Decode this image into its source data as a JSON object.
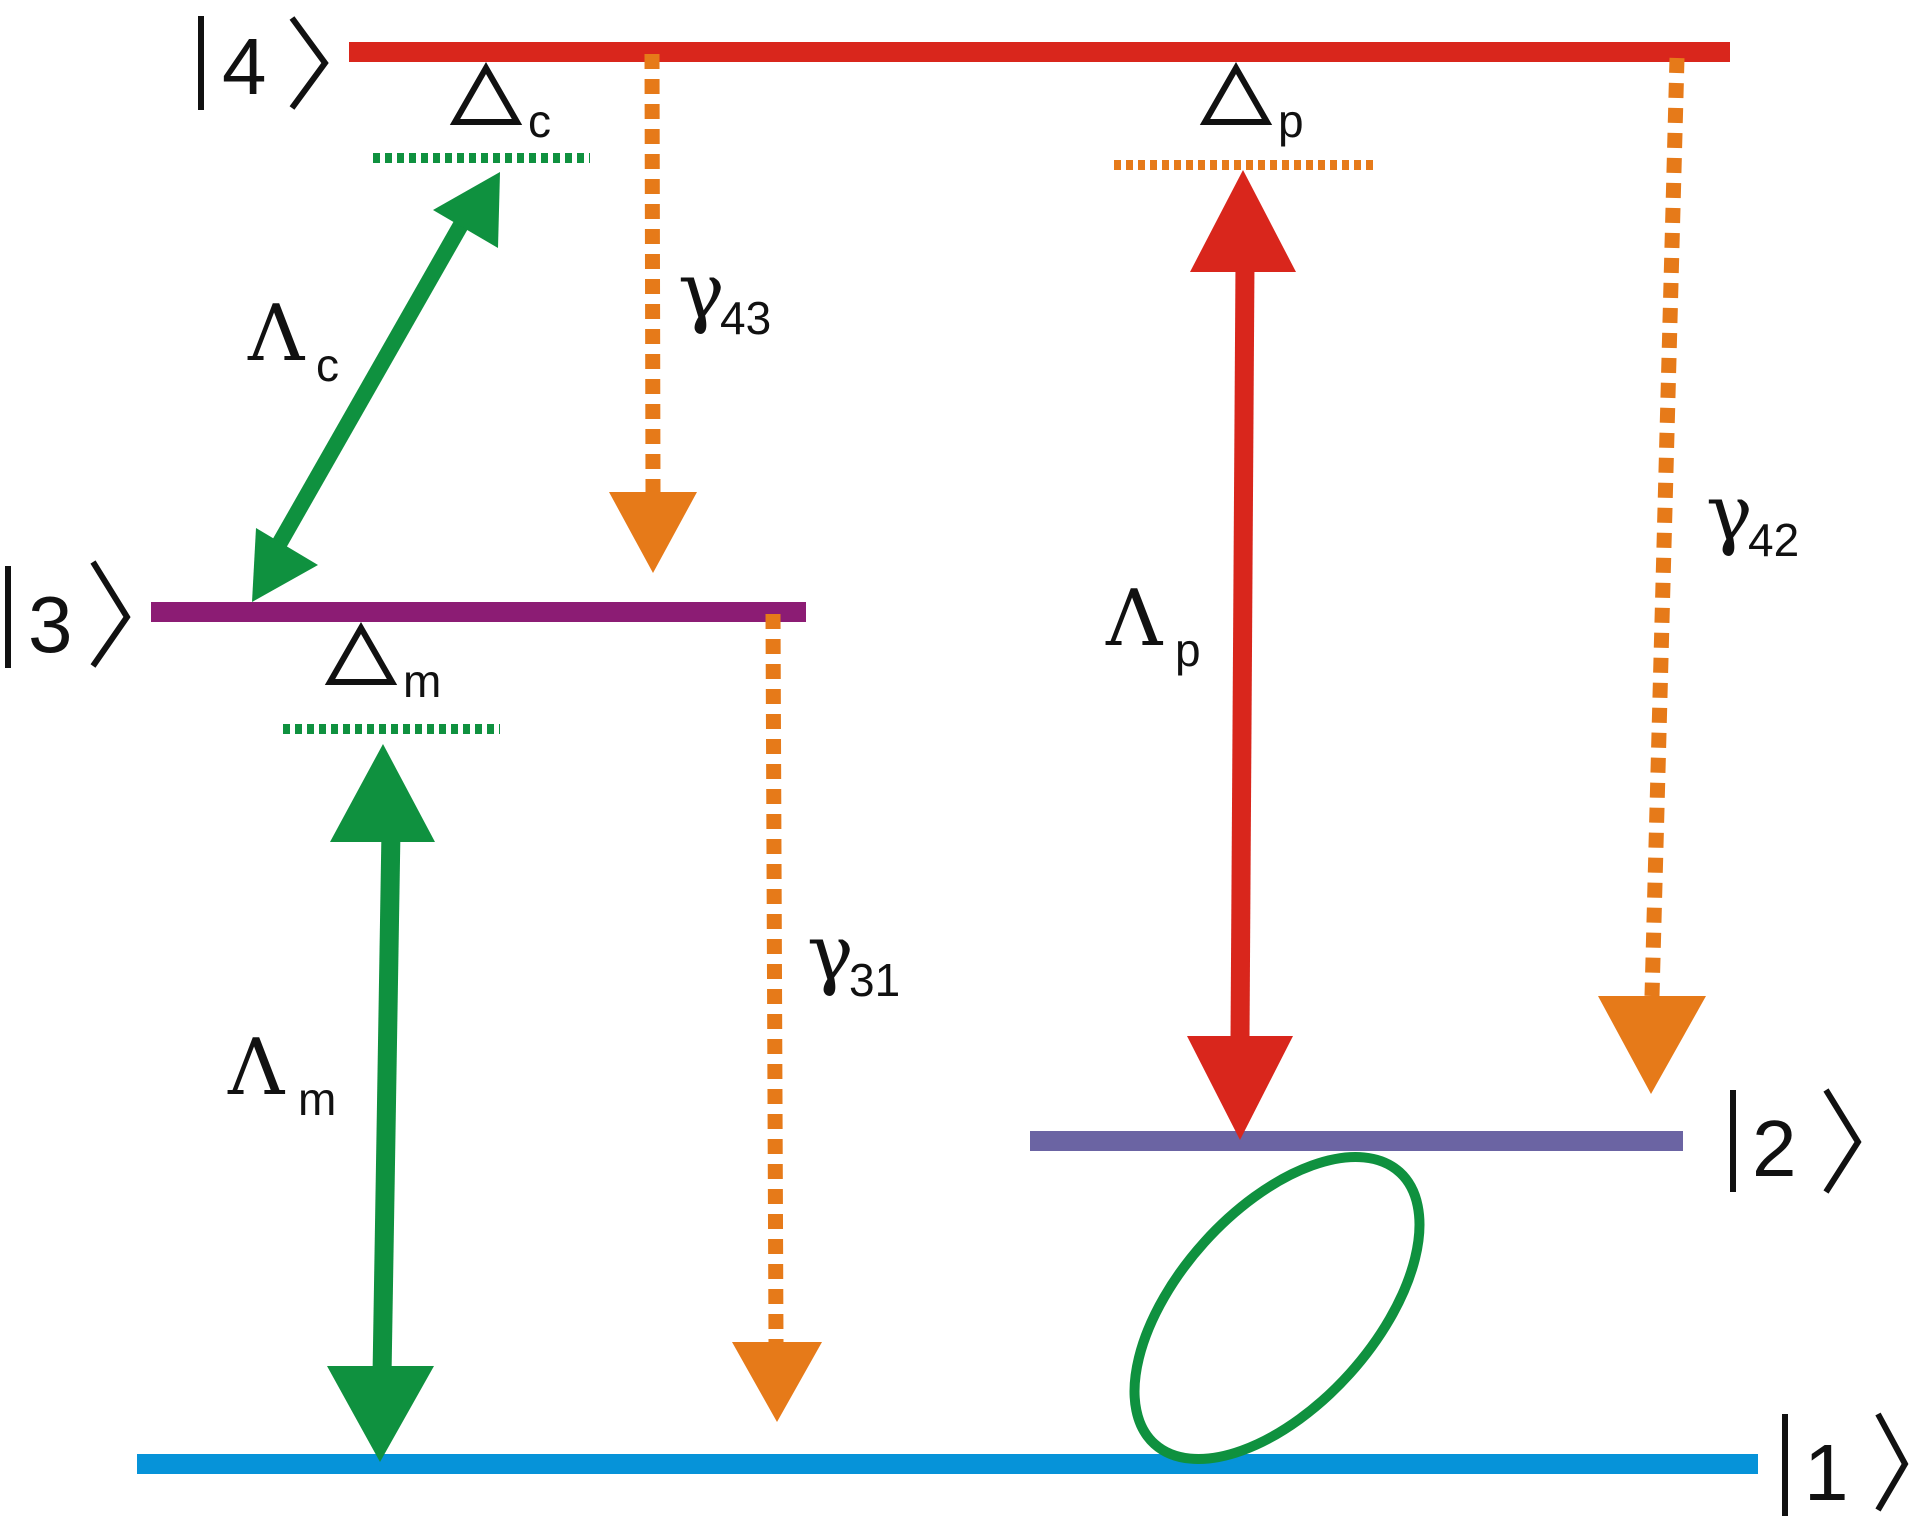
{
  "levels": [
    {
      "id": "level-4",
      "ket": "4",
      "color": "#d9261c"
    },
    {
      "id": "level-3",
      "ket": "3",
      "color": "#8c1c74"
    },
    {
      "id": "level-2",
      "ket": "2",
      "color": "#6b64a3"
    },
    {
      "id": "level-1",
      "ket": "1",
      "color": "#0693d9"
    }
  ],
  "detunings": [
    {
      "id": "detuning-c",
      "symbol": "Δ",
      "sub": "c",
      "color": "#0f913f"
    },
    {
      "id": "detuning-p",
      "symbol": "Δ",
      "sub": "p",
      "color": "#e67a19"
    },
    {
      "id": "detuning-m",
      "symbol": "Δ",
      "sub": "m",
      "color": "#0f913f"
    }
  ],
  "couplings": [
    {
      "id": "coupling-c",
      "symbol": "Λ",
      "sub": "c",
      "color": "#0f913f"
    },
    {
      "id": "coupling-p",
      "symbol": "Λ",
      "sub": "p",
      "color": "#d9261c"
    },
    {
      "id": "coupling-m",
      "symbol": "Λ",
      "sub": "m",
      "color": "#0f913f"
    }
  ],
  "decays": [
    {
      "id": "decay-43",
      "symbol": "γ",
      "sub": "43",
      "color": "#e67a19"
    },
    {
      "id": "decay-42",
      "symbol": "γ",
      "sub": "42",
      "color": "#e67a19"
    },
    {
      "id": "decay-31",
      "symbol": "γ",
      "sub": "31",
      "color": "#e67a19"
    }
  ],
  "loop_color": "#0f913f"
}
